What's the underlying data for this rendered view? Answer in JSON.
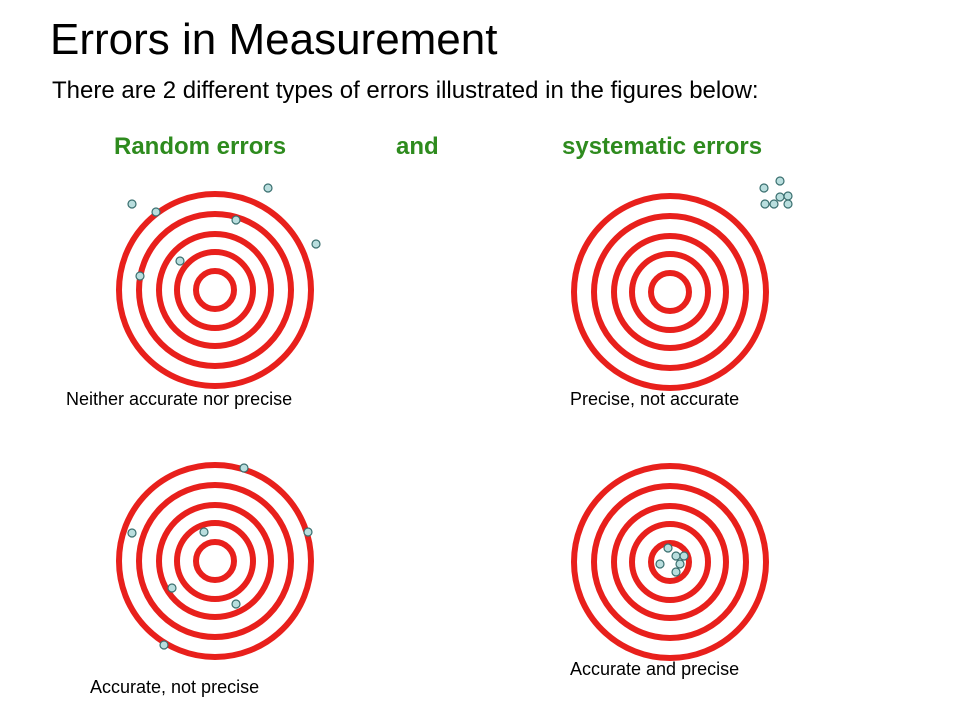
{
  "slide": {
    "title": "Errors in Measurement",
    "subtitle": "There are 2 different types of errors illustrated in the figures below:",
    "headings": {
      "random": "Random errors",
      "and": "and",
      "systematic": "systematic errors"
    },
    "heading_color": "#2e8b1e"
  },
  "targets": {
    "ring_color": "#e8201c",
    "dot_fill": "#b9dede",
    "dot_stroke": "#3a6f6f",
    "items": [
      {
        "caption": "Neither accurate nor precise"
      },
      {
        "caption": "Precise, not accurate"
      },
      {
        "caption": "Accurate, not precise"
      },
      {
        "caption": "Accurate and precise"
      }
    ]
  }
}
